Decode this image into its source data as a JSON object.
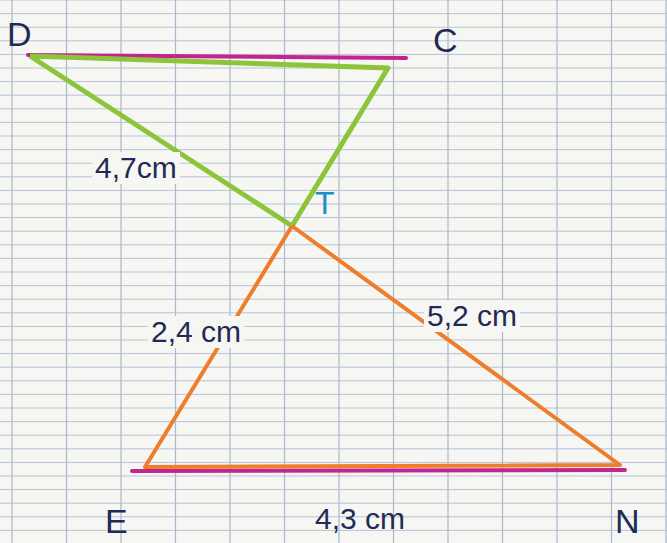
{
  "diagram": {
    "labels": [
      "D",
      "C",
      "4,7cm",
      "T",
      "2,4 cm",
      "5,2 cm",
      "E",
      "4,3 cm",
      "N"
    ]
  }
}
